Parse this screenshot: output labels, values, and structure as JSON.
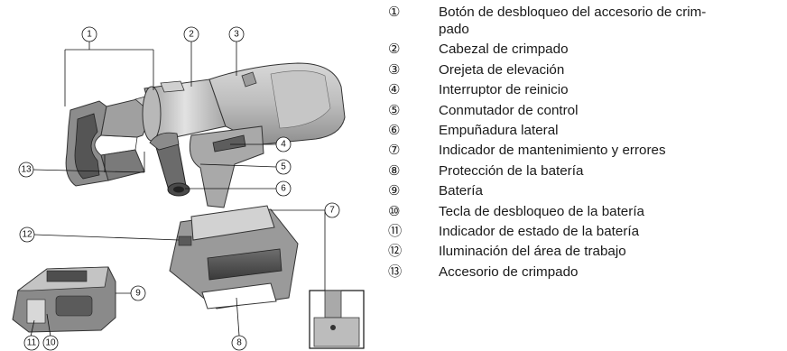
{
  "legend": [
    {
      "num": "①",
      "label": "Botón de desbloqueo del accesorio de crim-\npado"
    },
    {
      "num": "②",
      "label": "Cabezal de crimpado"
    },
    {
      "num": "③",
      "label": "Orejeta de elevación"
    },
    {
      "num": "④",
      "label": "Interruptor de reinicio"
    },
    {
      "num": "⑤",
      "label": "Conmutador de control"
    },
    {
      "num": "⑥",
      "label": "Empuñadura lateral"
    },
    {
      "num": "⑦",
      "label": "Indicador de mantenimiento y errores"
    },
    {
      "num": "⑧",
      "label": "Protección de la batería"
    },
    {
      "num": "⑨",
      "label": "Batería"
    },
    {
      "num": "⑩",
      "label": "Tecla de desbloqueo de la batería"
    },
    {
      "num": "⑪",
      "label": "Indicador de estado de la batería"
    },
    {
      "num": "⑫",
      "label": "Iluminación del área de trabajo"
    },
    {
      "num": "⑬",
      "label": "Accesorio de crimpado"
    }
  ],
  "callouts": {
    "c1": "1",
    "c2": "2",
    "c3": "3",
    "c4": "4",
    "c5": "5",
    "c6": "6",
    "c7": "7",
    "c8": "8",
    "c9": "9",
    "c10": "10",
    "c11": "11",
    "c12": "12",
    "c13": "13"
  }
}
